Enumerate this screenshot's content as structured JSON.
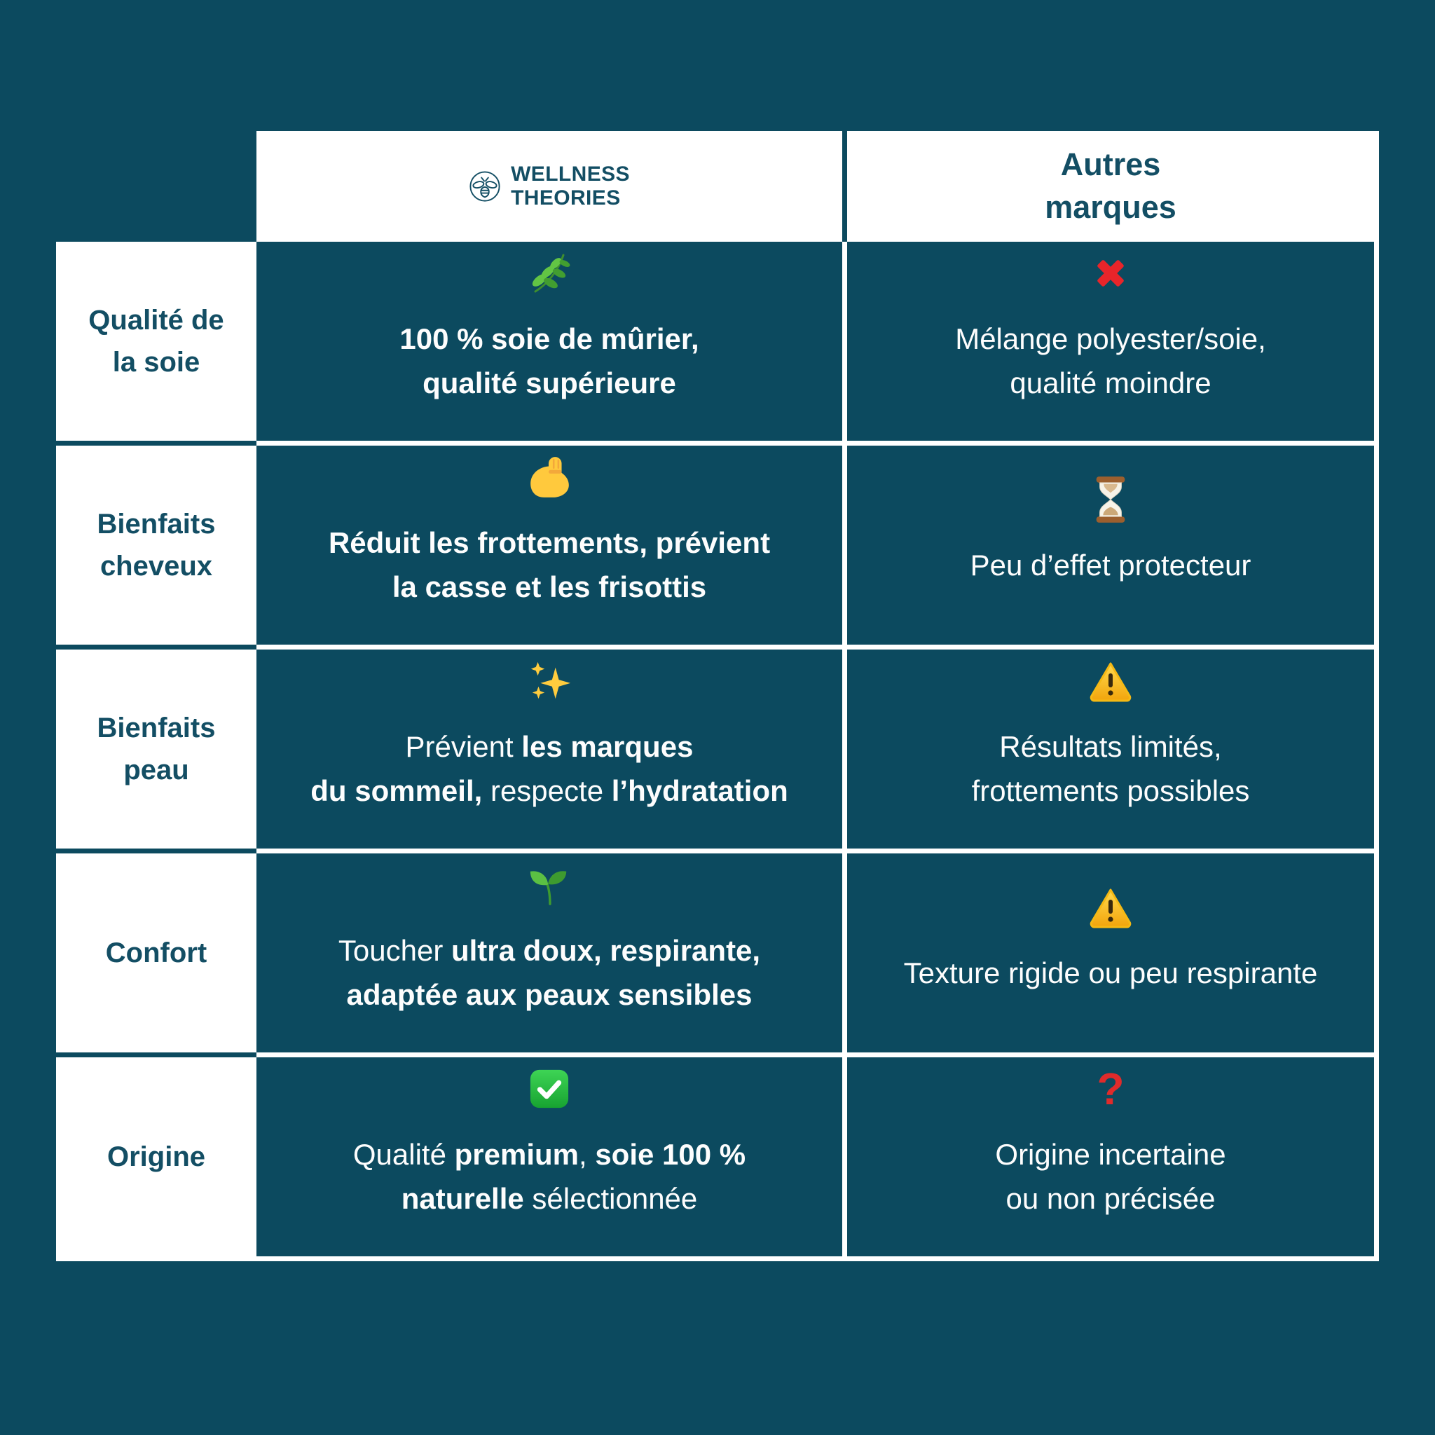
{
  "colors": {
    "background": "#0C4A5F",
    "panel_white": "#FFFFFF",
    "heading_text": "#134E64",
    "body_text": "#FDFDFD",
    "negative_red": "#E8252A",
    "warning_yellow": "#F5B914",
    "positive_green": "#26BD3E",
    "question_red": "#E02B2B"
  },
  "header": {
    "brand": {
      "logo_icon": "bee-icon",
      "name_line1": "WELLNESS",
      "name_line2": "THEORIES"
    },
    "competitor_label": "Autres\nmarques"
  },
  "rows": [
    {
      "label": "Qualité de\nla soie",
      "brand_cell": {
        "icon": "herb-icon",
        "segments": [
          {
            "text": "100 % soie de mûrier,\nqualité supérieure",
            "bold": true
          }
        ]
      },
      "other_cell": {
        "icon": "cross-mark-icon",
        "segments": [
          {
            "text": "Mélange polyester/soie,\nqualité moindre",
            "bold": false
          }
        ]
      }
    },
    {
      "label": "Bienfaits\ncheveux",
      "brand_cell": {
        "icon": "flexed-biceps-icon",
        "segments": [
          {
            "text": "Réduit les frottements, prévient\nla casse et les frisottis",
            "bold": true
          }
        ]
      },
      "other_cell": {
        "icon": "hourglass-icon",
        "segments": [
          {
            "text": "Peu d’effet protecteur",
            "bold": false
          }
        ]
      }
    },
    {
      "label": "Bienfaits\npeau",
      "brand_cell": {
        "icon": "sparkles-icon",
        "segments": [
          {
            "text": "Prévient ",
            "bold": false
          },
          {
            "text": "les marques\ndu sommeil,",
            "bold": true
          },
          {
            "text": " respecte ",
            "bold": false
          },
          {
            "text": "l’hydratation",
            "bold": true
          }
        ]
      },
      "other_cell": {
        "icon": "warning-icon",
        "segments": [
          {
            "text": "Résultats limités,\nfrottements possibles",
            "bold": false
          }
        ]
      }
    },
    {
      "label": "Confort",
      "brand_cell": {
        "icon": "seedling-icon",
        "segments": [
          {
            "text": "Toucher ",
            "bold": false
          },
          {
            "text": "ultra doux, respirante,\nadaptée aux peaux sensibles",
            "bold": true
          }
        ]
      },
      "other_cell": {
        "icon": "warning-icon",
        "segments": [
          {
            "text": "Texture rigide ou peu respirante",
            "bold": false
          }
        ]
      }
    },
    {
      "label": "Origine",
      "brand_cell": {
        "icon": "check-mark-icon",
        "segments": [
          {
            "text": "Qualité ",
            "bold": false
          },
          {
            "text": "premium",
            "bold": true
          },
          {
            "text": ", ",
            "bold": false
          },
          {
            "text": "soie 100 %\nnaturelle",
            "bold": true
          },
          {
            "text": " sélectionnée",
            "bold": false
          }
        ]
      },
      "other_cell": {
        "icon": "red-question-icon",
        "question_glyph": "?",
        "segments": [
          {
            "text": "Origine incertaine\nou non précisée",
            "bold": false
          }
        ]
      }
    }
  ],
  "chart_data": {
    "type": "table",
    "title": "",
    "columns": [
      "",
      "WELLNESS THEORIES",
      "Autres marques"
    ],
    "rows": [
      [
        "Qualité de la soie",
        "100 % soie de mûrier, qualité supérieure",
        "Mélange polyester/soie, qualité moindre"
      ],
      [
        "Bienfaits cheveux",
        "Réduit les frottements, prévient la casse et les frisottis",
        "Peu d’effet protecteur"
      ],
      [
        "Bienfaits peau",
        "Prévient les marques du sommeil, respecte l’hydratation",
        "Résultats limités, frottements possibles"
      ],
      [
        "Confort",
        "Toucher ultra doux, respirante, adaptée aux peaux sensibles",
        "Texture rigide ou peu respirante"
      ],
      [
        "Origine",
        "Qualité premium, soie 100 % naturelle sélectionnée",
        "Origine incertaine ou non précisée"
      ]
    ]
  }
}
